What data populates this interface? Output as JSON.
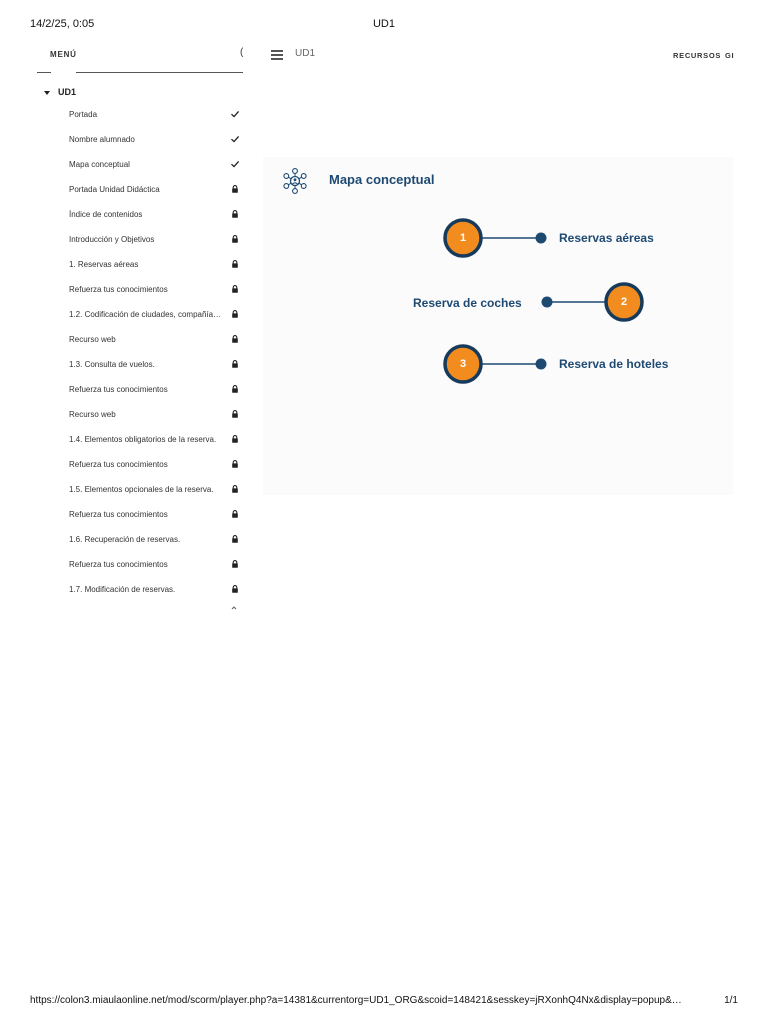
{
  "print_header": {
    "date": "14/2/25, 0:05",
    "title": "UD1"
  },
  "print_footer": {
    "url": "https://colon3.miaulaonline.net/mod/scorm/player.php?a=14381&currentorg=UD1_ORG&scoid=148421&sesskey=jRXonhQ4Nx&display=popup&…",
    "page": "1/1"
  },
  "sidebar": {
    "menu_label": "MENÚ",
    "menu_paren": "(",
    "unit_label": "UD1",
    "items": [
      {
        "label": "Portada",
        "status": "check"
      },
      {
        "label": "Nombre alumnado",
        "status": "check"
      },
      {
        "label": "Mapa conceptual",
        "status": "check"
      },
      {
        "label": "Portada Unidad Didáctica",
        "status": "lock"
      },
      {
        "label": "Índice de contenidos",
        "status": "lock"
      },
      {
        "label": "Introducción y Objetivos",
        "status": "lock"
      },
      {
        "label": "1. Reservas aéreas",
        "status": "lock"
      },
      {
        "label": "Refuerza tus conocimientos",
        "status": "lock"
      },
      {
        "label": "1.2. Codificación de ciudades, compañías ...",
        "status": "lock"
      },
      {
        "label": "Recurso web",
        "status": "lock"
      },
      {
        "label": "1.3. Consulta de vuelos.",
        "status": "lock"
      },
      {
        "label": "Refuerza tus conocimientos",
        "status": "lock"
      },
      {
        "label": "Recurso web",
        "status": "lock"
      },
      {
        "label": "1.4. Elementos obligatorios de la reserva.",
        "status": "lock"
      },
      {
        "label": "Refuerza tus conocimientos",
        "status": "lock"
      },
      {
        "label": "1.5. Elementos opcionales de la reserva.",
        "status": "lock"
      },
      {
        "label": "Refuerza tus conocimientos",
        "status": "lock"
      },
      {
        "label": "1.6. Recuperación de reservas.",
        "status": "lock"
      },
      {
        "label": "Refuerza tus conocimientos",
        "status": "lock"
      },
      {
        "label": "1.7. Modificación de reservas.",
        "status": "lock"
      }
    ]
  },
  "topbar": {
    "breadcrumb": "UD1",
    "resources": "RECURSOS",
    "gl": "GI"
  },
  "content": {
    "title": "Mapa conceptual",
    "nodes": [
      {
        "number": "1",
        "label": "Reservas aéreas"
      },
      {
        "number": "2",
        "label": "Reserva de coches"
      },
      {
        "number": "3",
        "label": "Reserva de hoteles"
      }
    ]
  },
  "colors": {
    "accent_orange": "#f28c1e",
    "navy": "#1e4a72",
    "ring": "#163a5c"
  }
}
